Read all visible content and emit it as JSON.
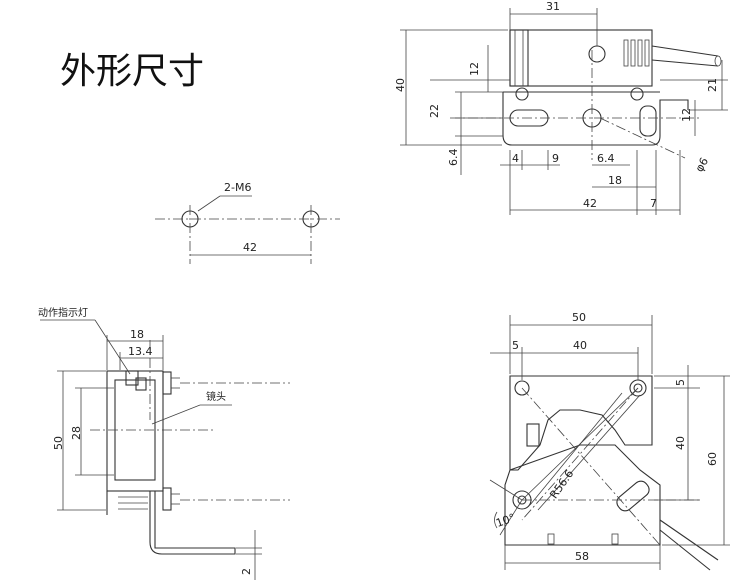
{
  "title": "外形尺寸",
  "top_view": {
    "dims": {
      "w31": "31",
      "h40": "40",
      "v12a": "12",
      "v22": "22",
      "v21": "21",
      "v12b": "12",
      "v64": "6.4",
      "h4": "4",
      "h9": "9",
      "h64": "6.4",
      "h18": "18",
      "h42": "42",
      "h7": "7",
      "phi6": "φ6"
    }
  },
  "mount_hole": {
    "label": "2-M6",
    "spacing": "42"
  },
  "side_view": {
    "indicator_label": "动作指示灯",
    "lens_label": "镜头",
    "dims": {
      "w18": "18",
      "w134": "13.4",
      "h28": "28",
      "h50": "50",
      "h2": "2"
    }
  },
  "front_view": {
    "dims": {
      "w50": "50",
      "w5": "5",
      "w40": "40",
      "v5": "5",
      "v40": "40",
      "v60": "60",
      "r56": "R56.6",
      "deg10": "10°",
      "w58": "58"
    }
  }
}
